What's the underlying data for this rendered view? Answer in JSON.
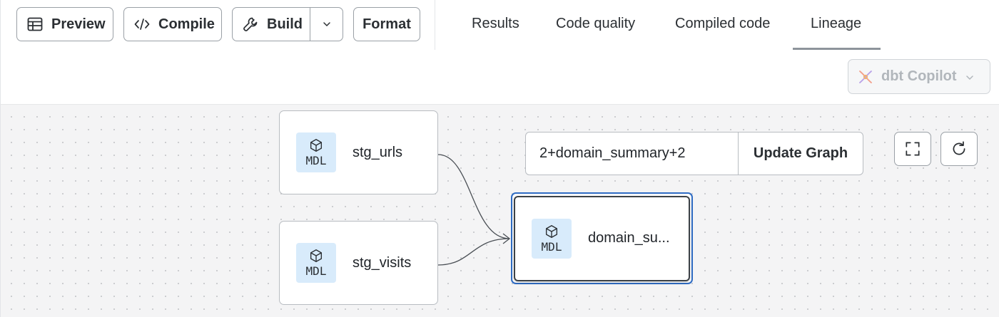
{
  "toolbar": {
    "preview_label": "Preview",
    "compile_label": "Compile",
    "build_label": "Build",
    "format_label": "Format"
  },
  "tabs": [
    {
      "label": "Results"
    },
    {
      "label": "Code quality"
    },
    {
      "label": "Compiled code"
    },
    {
      "label": "Lineage",
      "active": true
    }
  ],
  "copilot": {
    "label": "dbt Copilot"
  },
  "lineage": {
    "selector_value": "2+domain_summary+2",
    "update_label": "Update Graph",
    "nodes": [
      {
        "badge": "MDL",
        "name": "stg_urls"
      },
      {
        "badge": "MDL",
        "name": "stg_visits"
      },
      {
        "badge": "MDL",
        "name": "domain_su..."
      }
    ]
  },
  "icons": {
    "preview": "table-icon",
    "compile": "code-icon",
    "build": "wrench-icon",
    "build_menu": "chevron-down-icon",
    "copilot": "copilot-logo-icon",
    "node": "cube-icon",
    "fullscreen": "fullscreen-icon",
    "refresh": "refresh-icon"
  },
  "colors": {
    "selected_node_border": "#2f6cc4",
    "model_badge_bg": "#d8ebfb",
    "canvas_bg": "#f4f4f5"
  }
}
